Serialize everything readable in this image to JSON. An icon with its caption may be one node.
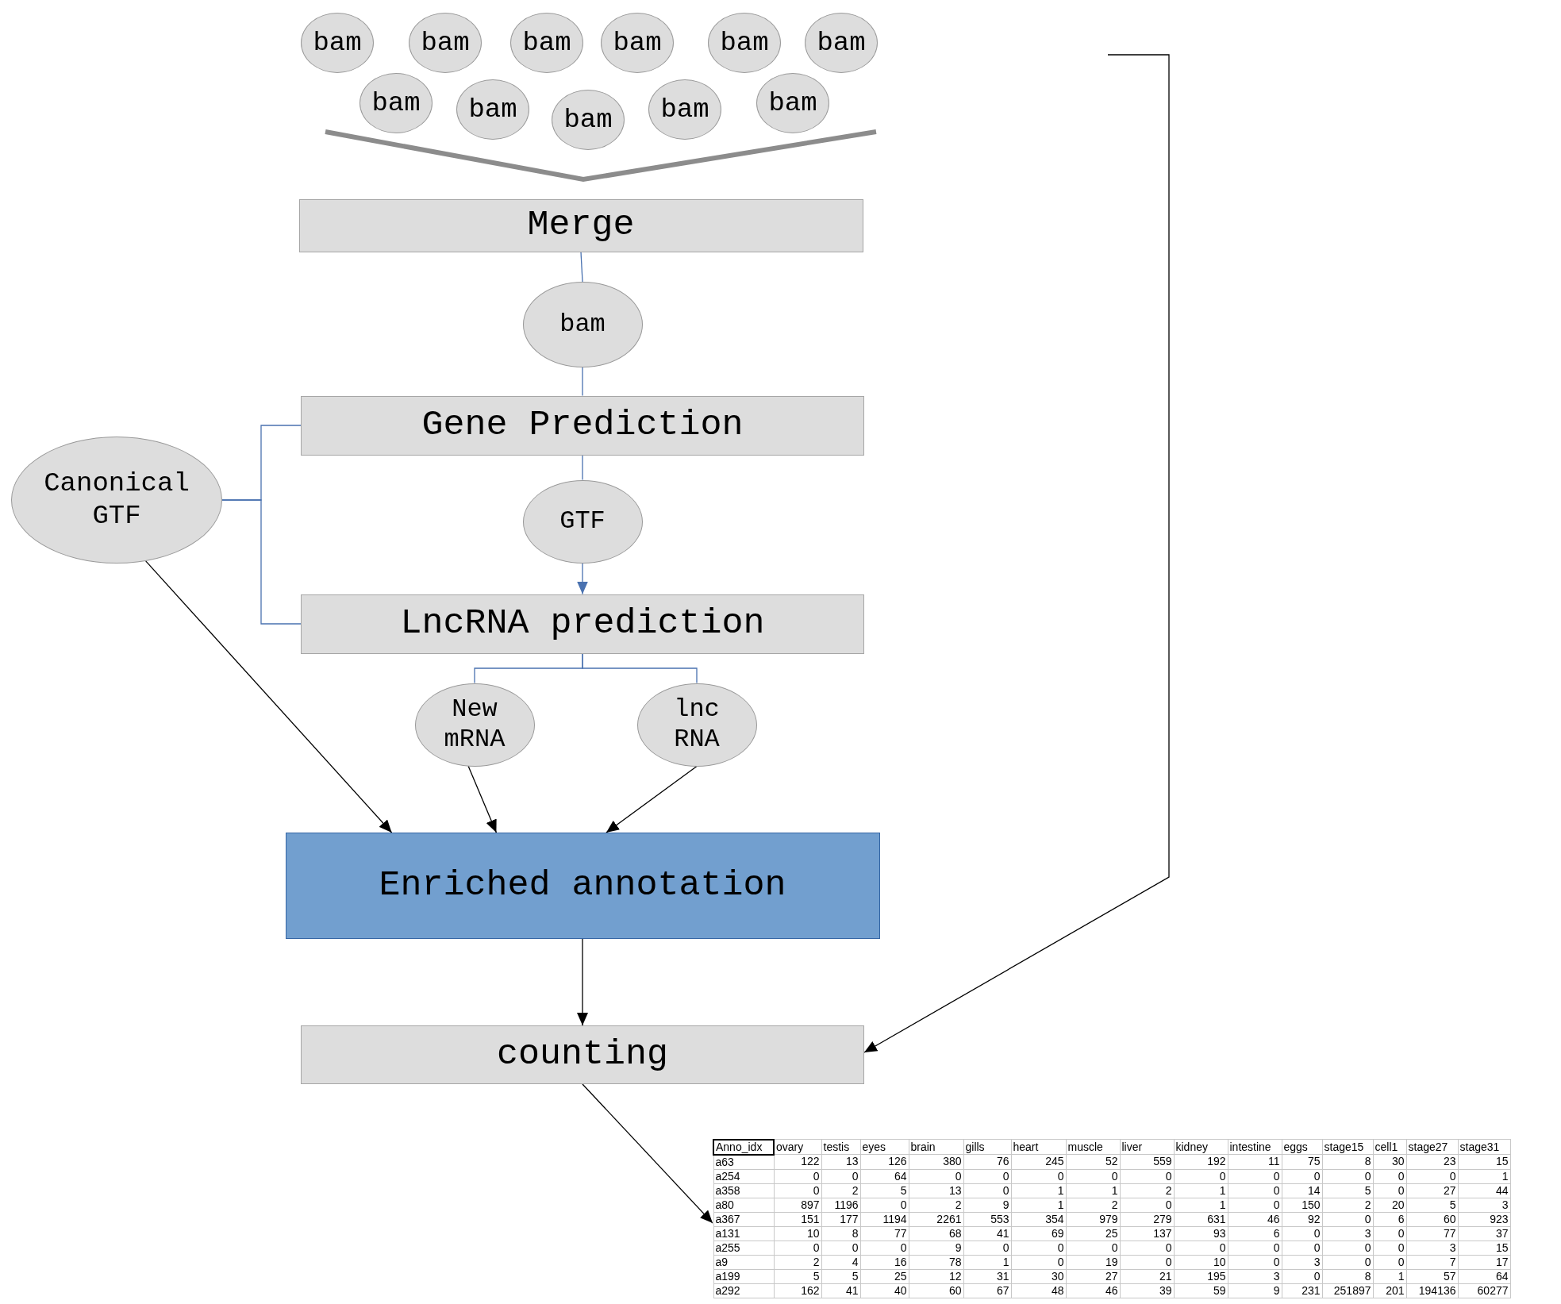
{
  "diagram": {
    "nodes": [
      {
        "text": [
          "bam"
        ]
      },
      {
        "text": [
          "bam"
        ]
      },
      {
        "text": [
          "bam"
        ]
      },
      {
        "text": [
          "bam"
        ]
      },
      {
        "text": [
          "bam"
        ]
      },
      {
        "text": [
          "bam"
        ]
      },
      {
        "text": [
          "bam"
        ]
      },
      {
        "text": [
          "bam"
        ]
      },
      {
        "text": [
          "bam"
        ]
      },
      {
        "text": [
          "bam"
        ]
      },
      {
        "text": [
          "bam"
        ]
      },
      {
        "text": [
          "Merge"
        ]
      },
      {
        "text": [
          "bam"
        ]
      },
      {
        "text": [
          "Gene Prediction"
        ]
      },
      {
        "text": [
          "GTF"
        ]
      },
      {
        "text": [
          "Canonical GTF"
        ]
      },
      {
        "text": [
          "LncRNA prediction"
        ]
      },
      {
        "text": [
          "New mRNA"
        ]
      },
      {
        "text": [
          "lnc RNA"
        ]
      },
      {
        "text": [
          "Enriched annotation"
        ]
      },
      {
        "text": [
          "counting"
        ]
      },
      {
        "text": [],
        "shape": "table"
      }
    ],
    "edges": [
      {
        "from": 11,
        "to": 12,
        "arrow": "none"
      },
      {
        "from": 12,
        "to": 13,
        "arrow": "none"
      },
      {
        "from": 13,
        "to": 14,
        "arrow": "none"
      },
      {
        "from": 14,
        "to": 16,
        "arrow": "to"
      },
      {
        "from": 15,
        "to": 13,
        "arrow": "none"
      },
      {
        "from": 15,
        "to": 16,
        "arrow": "none"
      },
      {
        "from": 16,
        "to": 17,
        "arrow": "none"
      },
      {
        "from": 16,
        "to": 18,
        "arrow": "none"
      },
      {
        "from": 15,
        "to": 19,
        "arrow": "to",
        "color": "#000000"
      },
      {
        "from": 17,
        "to": 19,
        "arrow": "to",
        "color": "#000000"
      },
      {
        "from": 18,
        "to": 19,
        "arrow": "to",
        "color": "#000000"
      },
      {
        "from": 19,
        "to": 20,
        "arrow": "to",
        "color": "#000000"
      },
      {
        "from": null,
        "to": 20,
        "arrow": "to",
        "color": "#000000"
      },
      {
        "from": 20,
        "to": 21,
        "arrow": "to",
        "color": "#000000"
      }
    ],
    "labels": [
      "Anno_idx",
      "ovary",
      "testis",
      "eyes",
      "brain",
      "gills",
      "heart",
      "muscle",
      "liver",
      "kidney",
      "intestine",
      "eggs",
      "stage15",
      "cell1",
      "stage27",
      "stage31",
      "a63",
      "122",
      "13",
      "126",
      "380",
      "76",
      "245",
      "52",
      "559",
      "192",
      "11",
      "75",
      "8",
      "30",
      "23",
      "15",
      "a254",
      "0",
      "0",
      "64",
      "0",
      "0",
      "0",
      "0",
      "0",
      "0",
      "0",
      "0",
      "0",
      "0",
      "0",
      "1",
      "a358",
      "0",
      "2",
      "5",
      "13",
      "0",
      "1",
      "1",
      "2",
      "1",
      "0",
      "14",
      "5",
      "0",
      "27",
      "44",
      "a80",
      "897",
      "1196",
      "0",
      "2",
      "9",
      "1",
      "2",
      "0",
      "1",
      "0",
      "150",
      "2",
      "20",
      "5",
      "3",
      "a367",
      "151",
      "177",
      "1194",
      "2261",
      "553",
      "354",
      "979",
      "279",
      "631",
      "46",
      "92",
      "0",
      "6",
      "60",
      "923",
      "a131",
      "10",
      "8",
      "77",
      "68",
      "41",
      "69",
      "25",
      "137",
      "93",
      "6",
      "0",
      "3",
      "0",
      "77",
      "37",
      "a255",
      "0",
      "0",
      "0",
      "9",
      "0",
      "0",
      "0",
      "0",
      "0",
      "0",
      "0",
      "0",
      "0",
      "3",
      "15",
      "a9",
      "2",
      "4",
      "16",
      "78",
      "1",
      "0",
      "19",
      "0",
      "10",
      "0",
      "3",
      "0",
      "0",
      "7",
      "17",
      "a199",
      "5",
      "5",
      "25",
      "12",
      "31",
      "30",
      "27",
      "21",
      "195",
      "3",
      "0",
      "8",
      "1",
      "57",
      "64",
      "a292",
      "162",
      "41",
      "40",
      "60",
      "67",
      "48",
      "46",
      "39",
      "59",
      "9",
      "231",
      "251897",
      "201",
      "194136",
      "60277"
    ]
  }
}
